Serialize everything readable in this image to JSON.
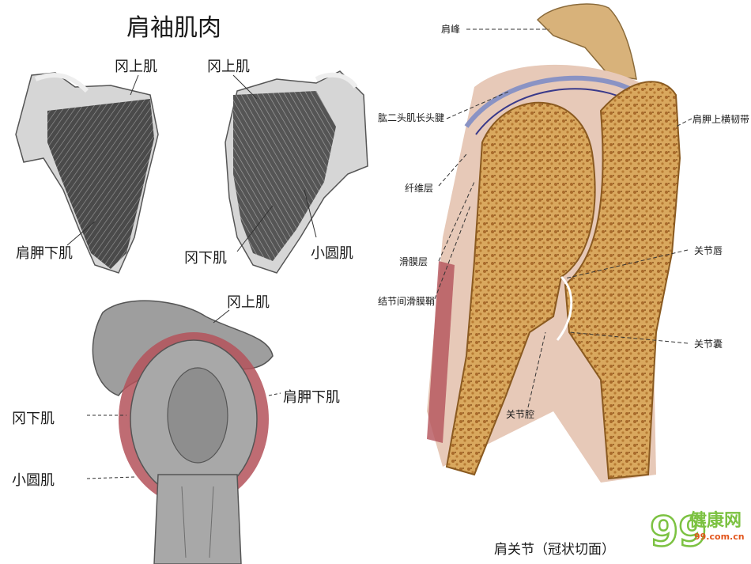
{
  "title": "肩袖肌肉",
  "panels": {
    "posterior_left": {
      "labels": [
        "冈上肌",
        "肩胛下肌"
      ]
    },
    "posterior_right": {
      "labels": [
        "冈上肌",
        "冈下肌",
        "小圆肌"
      ]
    },
    "lateral_view": {
      "labels": [
        "冈上肌",
        "肩胛下肌",
        "冈下肌",
        "小圆肌"
      ]
    },
    "coronal_section": {
      "labels": [
        "肩峰",
        "肱二头肌长头腱",
        "纤维层",
        "滑膜层",
        "结节间滑膜鞘",
        "肩胛上横韧带",
        "关节唇",
        "关节囊",
        "关节腔"
      ],
      "caption": "肩关节（冠状切面）"
    }
  },
  "watermark": {
    "brand": "健康网",
    "site": "99.com.cn",
    "mark": "99"
  },
  "colors": {
    "bone": "#d9a85e",
    "bone_dark": "#b87c34",
    "cartilage": "#c9c7da",
    "muscle_dark": "#3a3a3a",
    "muscle_red": "#b4525a",
    "logo_green": "#7cc242"
  }
}
